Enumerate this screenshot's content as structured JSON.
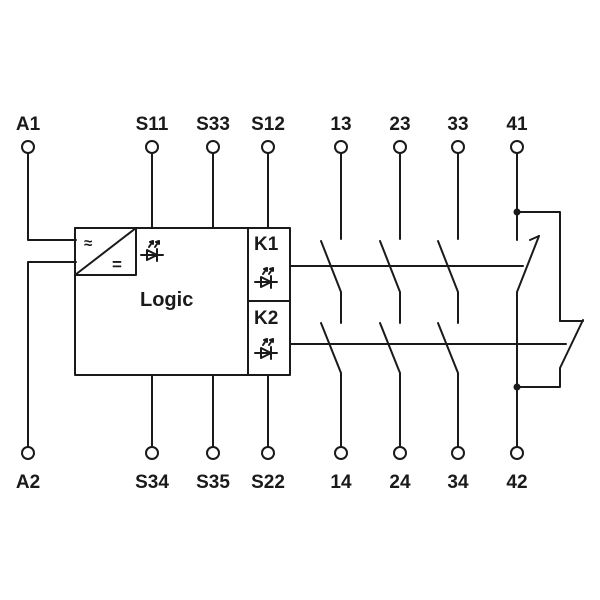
{
  "terminals_top": [
    "A1",
    "S11",
    "S33",
    "S12",
    "13",
    "23",
    "33",
    "41"
  ],
  "terminals_bottom": [
    "A2",
    "S34",
    "S35",
    "S22",
    "14",
    "24",
    "34",
    "42"
  ],
  "logic_label": "Logic",
  "relays": [
    "K1",
    "K2"
  ],
  "supply_symbols": {
    "ac": "≈",
    "dc": "="
  },
  "colors": {
    "line": "#1a1a1a",
    "background": "#ffffff"
  }
}
